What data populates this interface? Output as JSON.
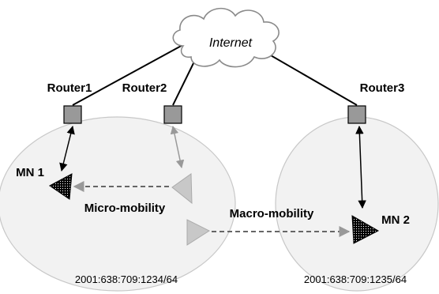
{
  "cloud": {
    "label": "Internet"
  },
  "routers": [
    {
      "label": "Router1"
    },
    {
      "label": "Router2"
    },
    {
      "label": "Router3"
    }
  ],
  "nodes": [
    {
      "label": "MN 1"
    },
    {
      "label": "MN 2"
    }
  ],
  "movements": [
    {
      "label": "Micro-mobility"
    },
    {
      "label": "Macro-mobility"
    }
  ],
  "subnets": [
    {
      "label": "2001:638:709:1234/64"
    },
    {
      "label": "2001:638:709:1235/64"
    }
  ],
  "colors": {
    "router_fill": "#999999",
    "cell_fill": "#f2f2f2",
    "ghost_node": "#c8c8c8",
    "dashed_line": "#666666"
  }
}
